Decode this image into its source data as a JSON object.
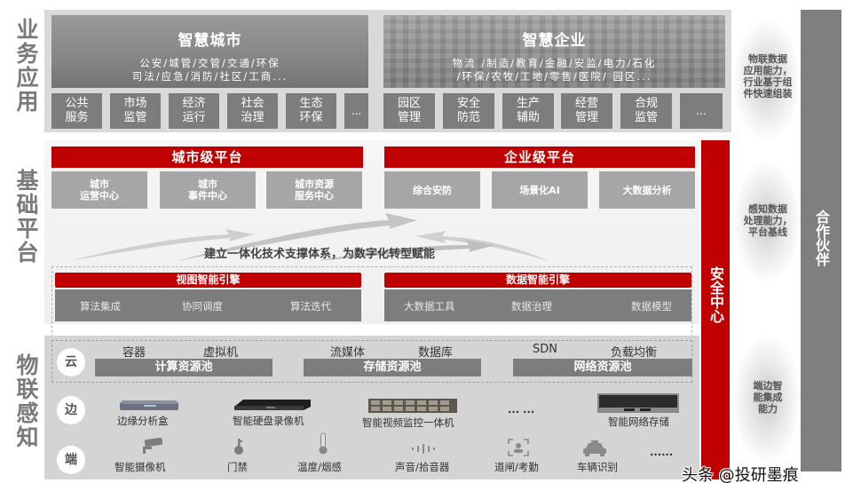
{
  "layers": {
    "business": "业务应用",
    "platform": "基础平台",
    "iot": "物联感知"
  },
  "business": {
    "smart_city": {
      "title": "智慧城市",
      "line1": "公安/城管/交管/交通/环保",
      "line2": "司法/应急/消防/社区/工商..."
    },
    "smart_enterprise": {
      "title": "智慧企业",
      "line1": "物流 /制造/教育/金融/安监/电力/石化",
      "line2": "/环保/农牧/工地/零售/医院/ 园区..."
    },
    "city_tiles": [
      {
        "l1": "公共",
        "l2": "服务"
      },
      {
        "l1": "市场",
        "l2": "监管"
      },
      {
        "l1": "经济",
        "l2": "运行"
      },
      {
        "l1": "社会",
        "l2": "治理"
      },
      {
        "l1": "生态",
        "l2": "环保"
      },
      {
        "l1": "...",
        "l2": ""
      }
    ],
    "enterprise_tiles": [
      {
        "l1": "园区",
        "l2": "管理"
      },
      {
        "l1": "安全",
        "l2": "防范"
      },
      {
        "l1": "生产",
        "l2": "辅助"
      },
      {
        "l1": "经营",
        "l2": "管理"
      },
      {
        "l1": "合规",
        "l2": "监管"
      },
      {
        "l1": "...",
        "l2": ""
      }
    ]
  },
  "platform": {
    "city_platform": "城市级平台",
    "enterprise_platform": "企业级平台",
    "city_tiles": [
      {
        "l1": "城市",
        "l2": "运营中心"
      },
      {
        "l1": "城市",
        "l2": "事件中心"
      },
      {
        "l1": "城市资源",
        "l2": "服务中心"
      }
    ],
    "enterprise_tiles": [
      "综合安防",
      "场景化AI",
      "大数据分析"
    ],
    "slogan": "建立一体化技术支撑体系，为数字化转型赋能",
    "video_engine": {
      "title": "视图智能引擎",
      "items": [
        "算法集成",
        "协同调度",
        "算法迭代"
      ]
    },
    "data_engine": {
      "title": "数据智能引擎",
      "items": [
        "大数据工具",
        "数据治理",
        "数据模型"
      ]
    }
  },
  "iot": {
    "cloud": {
      "badge": "云",
      "labels": [
        "容器",
        "虚拟机",
        "流媒体",
        "数据库",
        "SDN",
        "负载均衡"
      ],
      "pools": [
        "计算资源池",
        "存储资源池",
        "网络资源池"
      ]
    },
    "edge": {
      "badge": "边",
      "devices": [
        "边缘分析盒",
        "智能硬盘录像机",
        "智能视频监控一体机",
        "... ...",
        "智能网络存储"
      ]
    },
    "end": {
      "badge": "端",
      "devices": [
        "智能摄像机",
        "门禁",
        "温度/烟感",
        "声音/拾音器",
        "道闸/考勤",
        "车辆识别",
        "......"
      ]
    }
  },
  "security_center": "安全中心",
  "callouts": [
    "物联数据应用能力，行业基于组件快速组装",
    "感知数据处理能力，平台基线",
    "端边智能集成能力"
  ],
  "callout_lines": [
    [
      "物联数据",
      "应用能力，",
      "行业基于组",
      "件快速组装"
    ],
    [
      "感知数据",
      "处理能力，",
      "平台基线"
    ],
    [
      "端边智",
      "能集成",
      "能力"
    ]
  ],
  "partner": "合作伙伴",
  "watermark": "头条 @投研墨痕",
  "colors": {
    "accent_red": "#c00000",
    "tile_gray": "#7d7d7d",
    "light_tile": "#a6a6a6",
    "partner_gray": "#7f7f7f"
  }
}
